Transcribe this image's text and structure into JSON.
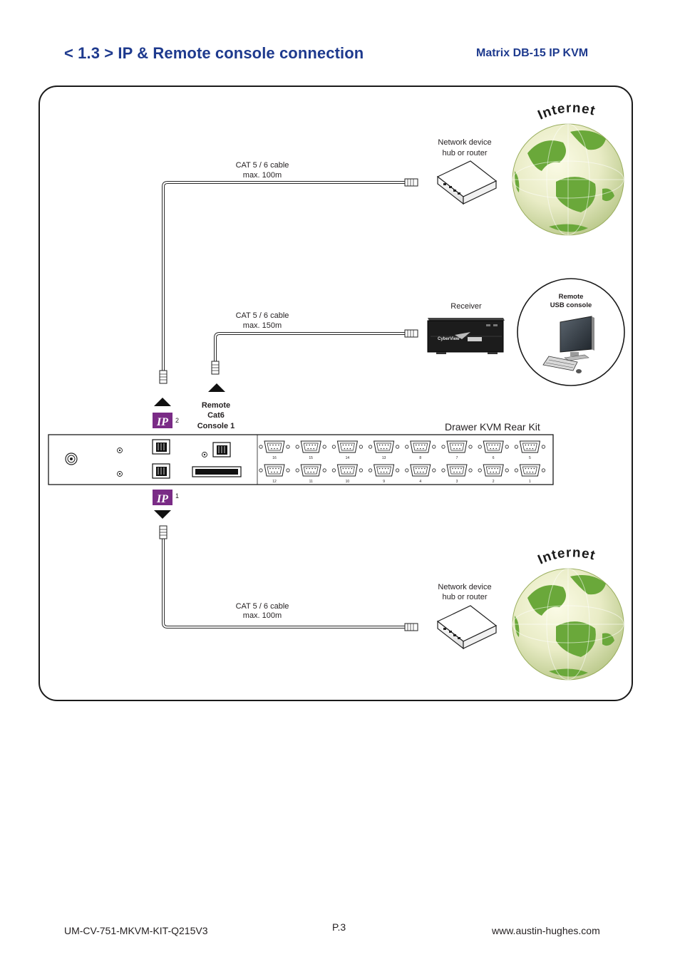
{
  "header": {
    "title": "< 1.3 > IP & Remote console connection",
    "model": "Matrix  DB-15 IP KVM"
  },
  "diagram": {
    "internet_label": "Internet",
    "top_branch": {
      "cable_line1": "CAT 5 / 6 cable",
      "cable_line2": "max. 100m",
      "device_line1": "Network device",
      "device_line2": "hub or router"
    },
    "middle_branch": {
      "cable_line1": "CAT 5 / 6 cable",
      "cable_line2": "max. 150m",
      "receiver_label": "Receiver",
      "receiver_brand": "CyberView",
      "remote_console_line1": "Remote",
      "remote_console_line2": "USB console"
    },
    "remote_port": {
      "line1": "Remote",
      "line2": "Cat6",
      "line3": "Console 1"
    },
    "ip_badge_text": "IP",
    "ip_port_top": "2",
    "ip_port_bottom": "1",
    "rear_kit_label": "Drawer KVM Rear Kit",
    "vga_ports_top": [
      "16",
      "15",
      "14",
      "13",
      "8",
      "7",
      "6",
      "5"
    ],
    "vga_ports_bottom": [
      "12",
      "11",
      "10",
      "9",
      "4",
      "3",
      "2",
      "1"
    ],
    "bottom_branch": {
      "cable_line1": "CAT 5 / 6 cable",
      "cable_line2": "max. 100m",
      "device_line1": "Network device",
      "device_line2": "hub or router"
    }
  },
  "footer": {
    "doc_id": "UM-CV-751-MKVM-KIT-Q215V3",
    "page": "P.3",
    "website": "www.austin-hughes.com"
  },
  "colors": {
    "title_blue": "#1e3a8e",
    "ip_purple": "#7a2b86",
    "globe_green": "#6aa83a"
  }
}
